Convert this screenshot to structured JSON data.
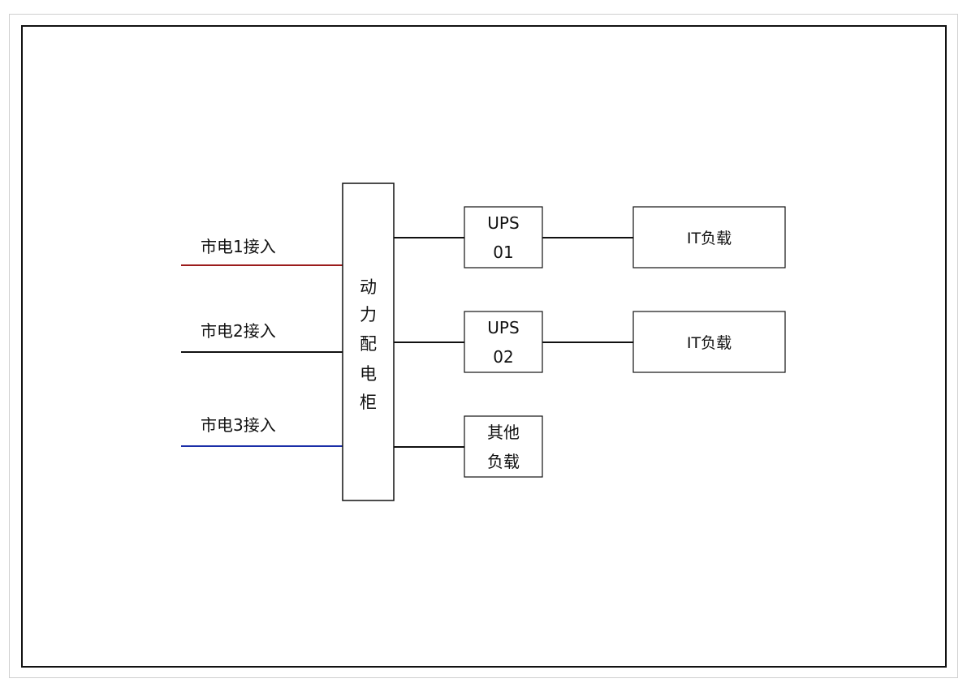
{
  "diagram": {
    "inputs": [
      {
        "label": "市电1接入",
        "color": "#9b1b1b"
      },
      {
        "label": "市电2接入",
        "color": "#111111"
      },
      {
        "label": "市电3接入",
        "color": "#1a2ea8"
      }
    ],
    "cabinet": {
      "label_chars": [
        "动",
        "力",
        "配",
        "电",
        "柜"
      ]
    },
    "ups": [
      {
        "line1": "UPS",
        "line2": "01"
      },
      {
        "line1": "UPS",
        "line2": "02"
      }
    ],
    "other_load": {
      "line1": "其他",
      "line2": "负载"
    },
    "it_loads": [
      {
        "label": "IT负载"
      },
      {
        "label": "IT负载"
      }
    ]
  }
}
